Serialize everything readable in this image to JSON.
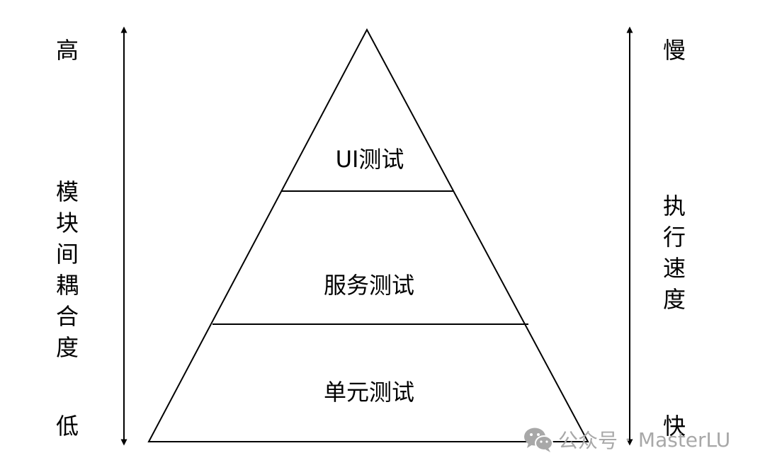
{
  "pyramid": {
    "tiers": [
      {
        "label": "UI测试"
      },
      {
        "label": "服务测试"
      },
      {
        "label": "单元测试"
      }
    ]
  },
  "left_axis": {
    "top_label": "高",
    "middle_label": "模块间耦合度",
    "bottom_label": "低"
  },
  "right_axis": {
    "top_label": "慢",
    "middle_label": "执行速度",
    "bottom_label": "快"
  },
  "watermark": {
    "source": "公众号",
    "separator": "·",
    "account": "MasterLU",
    "icon": "wechat-icon",
    "color": "#a8a8a8"
  }
}
